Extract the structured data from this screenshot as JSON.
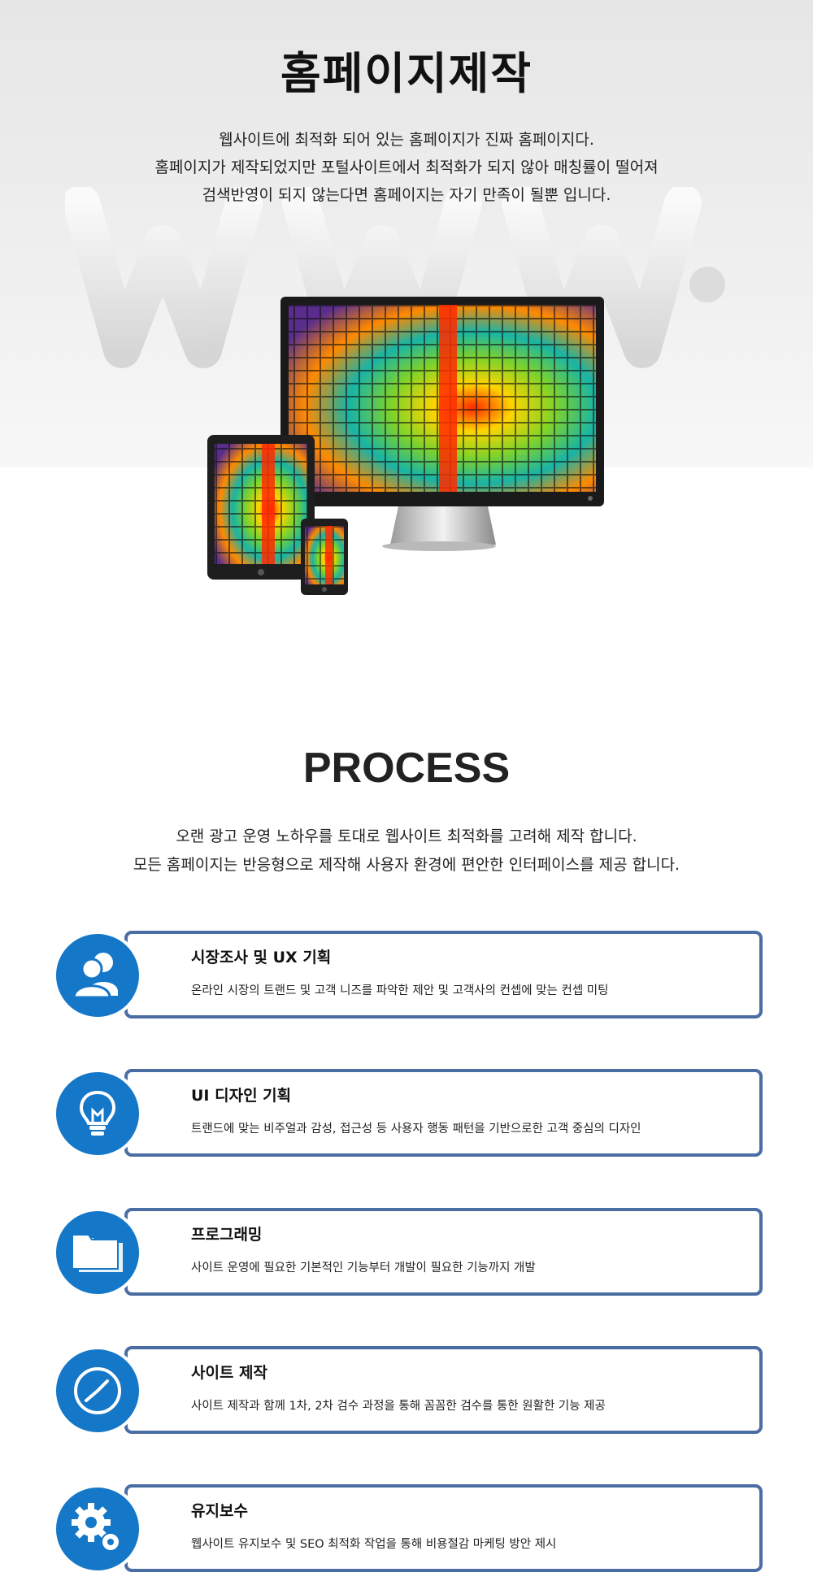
{
  "hero": {
    "title": "홈페이지제작",
    "lines": [
      "웹사이트에 최적화 되어 있는 홈페이지가 진짜 홈페이지다.",
      "홈페이지가 제작되었지만 포털사이트에서 최적화가 되지 않아 매칭률이 떨어져",
      "검색반영이 되지 않는다면 홈페이지는 자기 만족이 될뿐 입니다."
    ]
  },
  "process": {
    "title": "PROCESS",
    "lines": [
      "오랜 광고 운영 노하우를 토대로 웹사이트 최적화를 고려해 제작 합니다.",
      "모든 홈페이지는 반응형으로 제작해 사용자 환경에 편안한 인터페이스를 제공 합니다."
    ],
    "steps": [
      {
        "icon": "users-icon",
        "title": "시장조사 및 UX 기획",
        "text": "온라인 시장의 트랜드 및 고객 니즈를 파악한 제안 및 고객사의 컨셉에 맞는 컨셉 미팅"
      },
      {
        "icon": "lightbulb-icon",
        "title": "UI 디자인 기획",
        "text": "트랜드에 맞는 비주얼과 감성, 접근성 등 사용자 행동 패턴을 기반으로한 고객 중심의 디자인"
      },
      {
        "icon": "folder-icon",
        "title": "프로그래밍",
        "text": "사이트 운영에 필요한 기본적인 기능부터 개발이 필요한 기능까지 개발"
      },
      {
        "icon": "clock-icon",
        "title": "사이트 제작",
        "text": "사이트 제작과 함께 1차, 2차 검수 과정을 통해 꼼꼼한 검수를 통한 원활한 기능 제공"
      },
      {
        "icon": "gears-icon",
        "title": "유지보수",
        "text": "웹사이트 유지보수 및 SEO 최적화 작업을 통해 비용절감 마케팅 방안 제시"
      }
    ]
  },
  "colors": {
    "accent_blue": "#1477c8",
    "card_border": "#4a6ea3"
  }
}
